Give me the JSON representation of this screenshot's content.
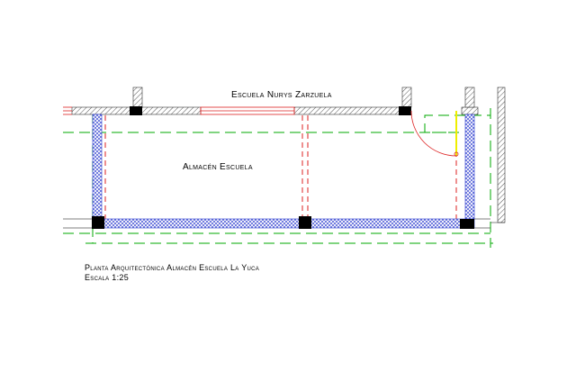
{
  "labels": {
    "top_building": "Escuela Nurys Zarzuela",
    "room": "Almacén Escuela",
    "plan_title": "Planta Arquitectónica Almacén Escuela La Yuca",
    "scale": "Escala 1:25"
  },
  "colors": {
    "background": "#ffffff",
    "wall_hatch": "#555555",
    "wall_cross_hatch": "#2233cc",
    "column_fill": "#000000",
    "axis_green": "#00aa00",
    "window_red": "#dd2222",
    "door_yellow": "#eeee00",
    "text": "#000000"
  }
}
